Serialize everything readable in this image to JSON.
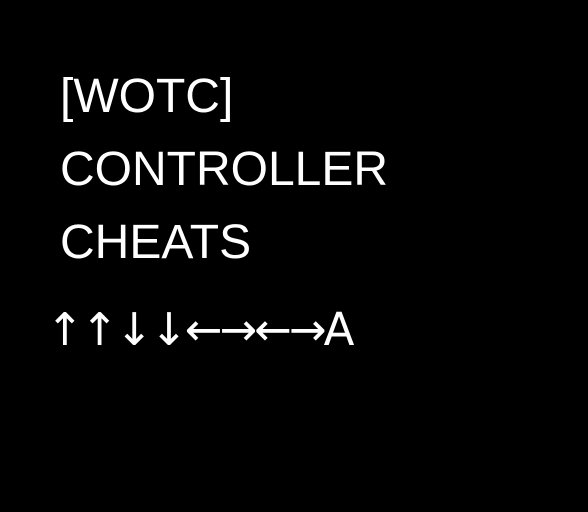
{
  "title": {
    "lines": [
      "[WOTC]",
      "CONTROLLER",
      "CHEATS"
    ]
  },
  "cheat_code": "↑↑↓↓←→←→A",
  "colors": {
    "background": "#000000",
    "text": "#ffffff"
  }
}
